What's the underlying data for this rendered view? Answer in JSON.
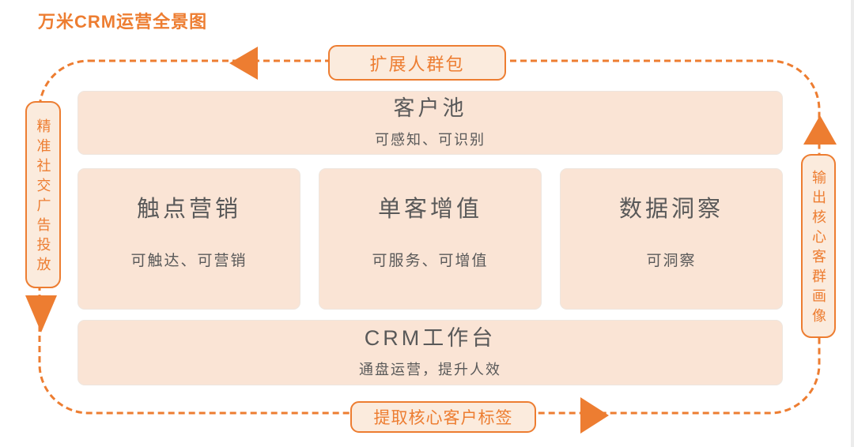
{
  "page_title": "万米CRM运营全景图",
  "colors": {
    "accent_orange": "#ED7D31",
    "block_fill": "#FAE4D5",
    "pill_fill": "#FBEBDD",
    "block_text": "#595959"
  },
  "loop_labels": {
    "top": "扩展人群包",
    "bottom": "提取核心客户标签",
    "left": "精准社交广告投放",
    "right": "输出核心客群画像"
  },
  "icons": {
    "top": "arrow-left-icon",
    "left": "arrow-down-icon",
    "right": "arrow-up-icon",
    "bottom": "arrow-right-icon"
  },
  "blocks": {
    "customer_pool": {
      "title": "客户池",
      "subtitle": "可感知、可识别"
    },
    "touchpoint_marketing": {
      "title": "触点营销",
      "subtitle": "可触达、可营销"
    },
    "single_customer_value": {
      "title": "单客增值",
      "subtitle": "可服务、可增值"
    },
    "data_insight": {
      "title": "数据洞察",
      "subtitle": "可洞察"
    },
    "crm_workbench": {
      "title": "CRM工作台",
      "subtitle": "通盘运营，提升人效"
    }
  }
}
